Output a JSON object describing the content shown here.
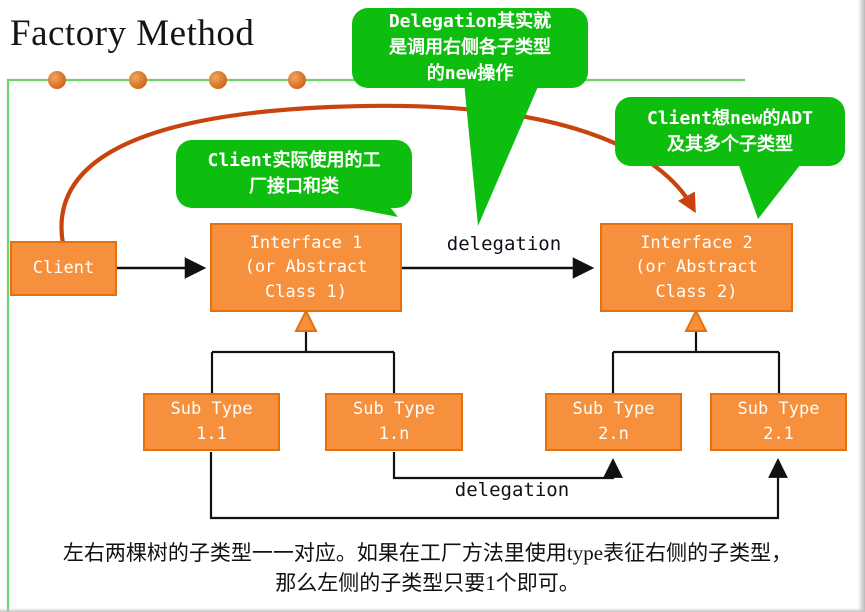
{
  "title": "Factory Method",
  "bubbles": {
    "top": {
      "text": "Delegation其实就\n是调用右侧各子类型\n的new操作"
    },
    "left": {
      "text": "Client实际使用的工\n厂接口和类"
    },
    "right": {
      "text": "Client想new的ADT\n及其多个子类型"
    }
  },
  "boxes": {
    "client": {
      "label": "Client"
    },
    "interface1": {
      "label": "Interface 1\n(or Abstract\nClass 1)"
    },
    "interface2": {
      "label": "Interface 2\n(or Abstract\nClass 2)"
    },
    "subtype11": {
      "label": "Sub Type\n1.1"
    },
    "subtype1n": {
      "label": "Sub Type\n1.n"
    },
    "subtype2n": {
      "label": "Sub Type\n2.n"
    },
    "subtype21": {
      "label": "Sub Type\n2.1"
    }
  },
  "labels": {
    "delegation_top": "delegation",
    "delegation_bottom": "delegation"
  },
  "caption": {
    "line1": "左右两棵树的子类型一一对应。如果在工厂方法里使用type表征右侧的子类型，",
    "line2": "那么左侧的子类型只要1个即可。"
  },
  "colors": {
    "box_fill": "#f7903c",
    "box_border": "#e4700e",
    "bubble_green": "#0ebe0e",
    "accent_line_green": "#6bd46b",
    "curve_orange": "#c8430d",
    "connector_black": "#111111",
    "dot_orange": "#d2691e"
  }
}
